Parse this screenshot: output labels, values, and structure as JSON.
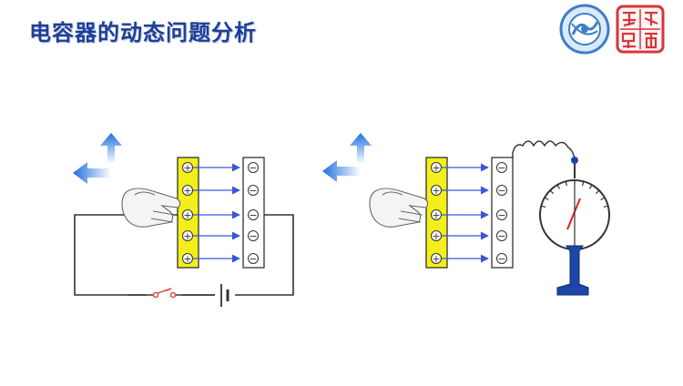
{
  "slide": {
    "title": "电容器的动态问题分析"
  },
  "colors": {
    "title": "#1e3f96",
    "positive_plate": "#f2ef1a",
    "field_line": "#3a57d6",
    "arrow_blue": "#1f6fe0",
    "switch": "#e05050",
    "needle": "#e02020",
    "stand": "#1e46a8",
    "seal_red": "#d8353a"
  },
  "diagram_left": {
    "plate_positive_signs": [
      "+",
      "+",
      "+",
      "+",
      "+"
    ],
    "plate_negative_signs": [
      "−",
      "−",
      "−",
      "−",
      "−"
    ],
    "field_line_count": 5,
    "components": [
      "left-up-arrow-icon",
      "left-arrow-icon",
      "hand-icon",
      "switch",
      "battery"
    ]
  },
  "diagram_right": {
    "plate_positive_signs": [
      "+",
      "+",
      "+",
      "+",
      "+"
    ],
    "plate_negative_signs": [
      "−",
      "−",
      "−",
      "−",
      "−"
    ],
    "field_line_count": 5,
    "components": [
      "left-up-arrow-icon",
      "left-arrow-icon",
      "hand-icon",
      "spring-wire",
      "electrometer"
    ]
  }
}
